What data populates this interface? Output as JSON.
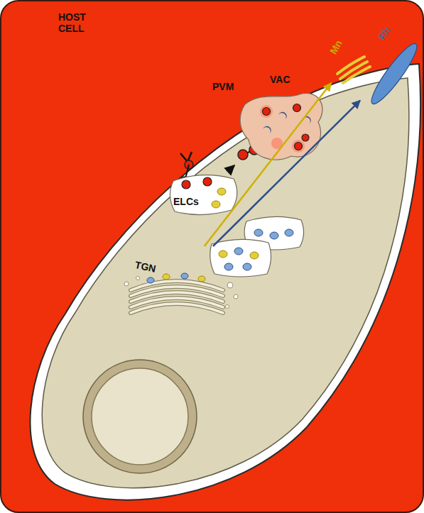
{
  "diagram": {
    "nodes": [
      {
        "text": [
          "HOST CELL"
        ]
      },
      {
        "text": [
          "PVM"
        ],
        "in": 0
      },
      {
        "text": [
          "VAC"
        ],
        "in": 1
      },
      {
        "text": [
          "ELCs"
        ],
        "in": 1
      },
      {
        "text": [
          "TGN"
        ],
        "in": 1
      },
      {
        "text": [
          "Mn"
        ],
        "in": 1
      },
      {
        "text": [
          "Rh"
        ],
        "in": 1
      }
    ],
    "edges": [
      {
        "from": 3,
        "to": 2,
        "arrow": "to"
      },
      {
        "from": 4,
        "to": 5,
        "arrow": "to"
      },
      {
        "from": 4,
        "to": 6,
        "arrow": "to"
      }
    ]
  }
}
